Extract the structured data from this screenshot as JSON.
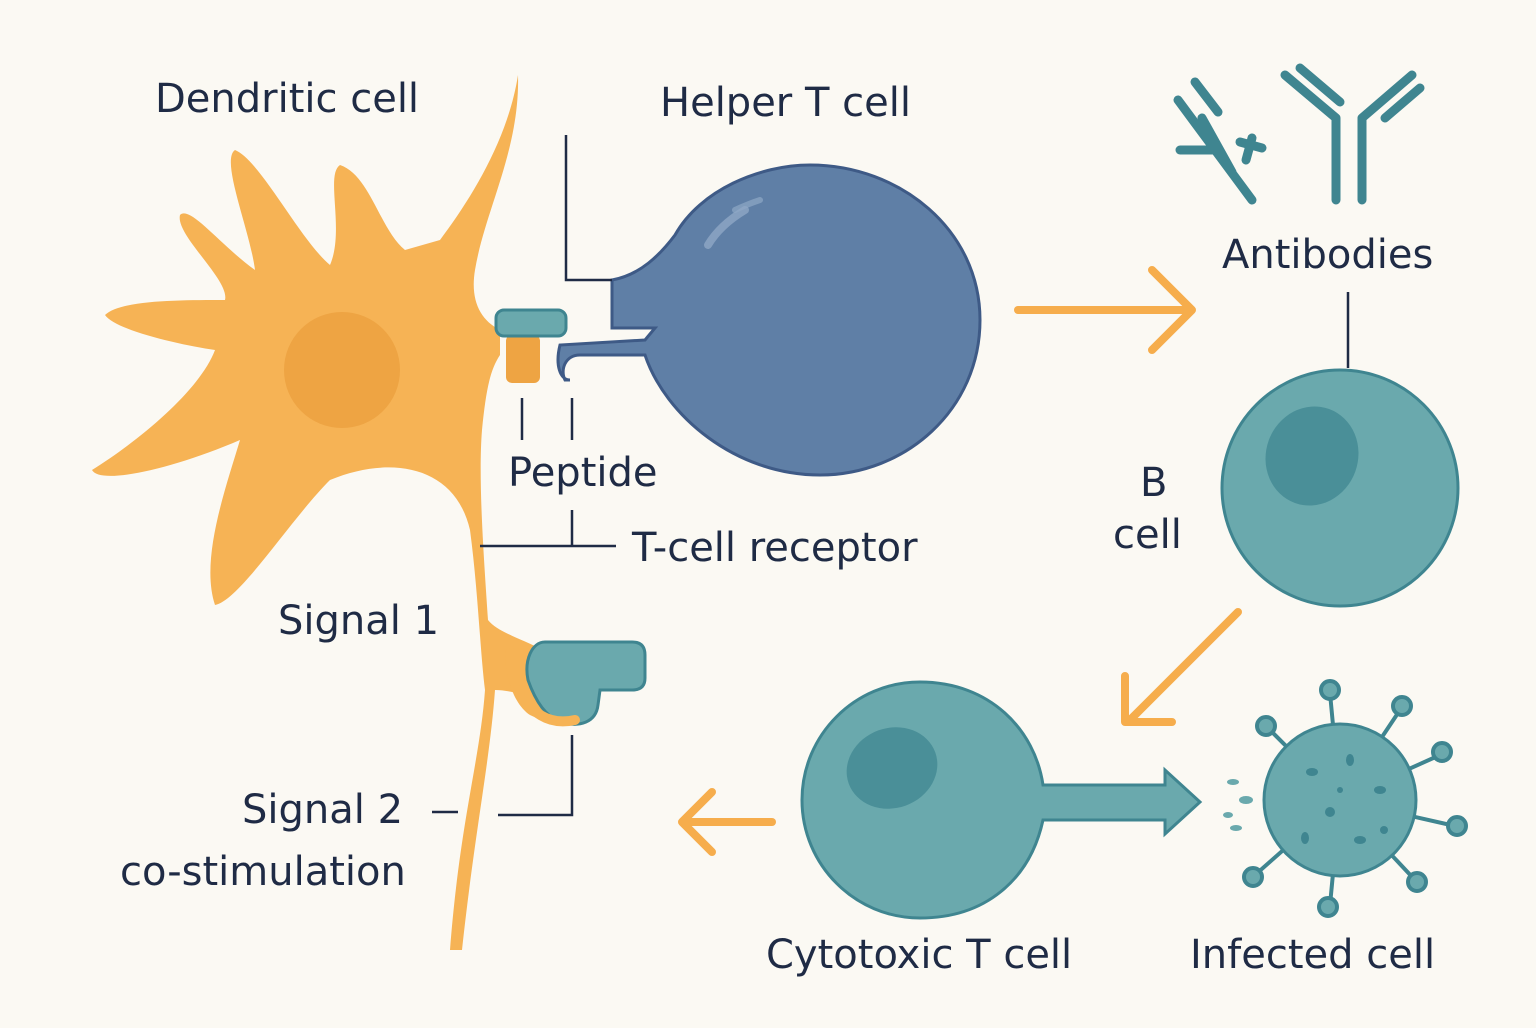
{
  "labels": {
    "dendritic_cell": "Dendritic cell",
    "helper_t_cell": "Helper T cell",
    "antibodies": "Antibodies",
    "peptide": "Peptide",
    "t_cell_receptor": "T-cell receptor",
    "b_cell_line1": "B",
    "b_cell_line2": "cell",
    "signal_1": "Signal 1",
    "signal_2": "Signal 2",
    "co_stimulation": "co-stimulation",
    "cytotoxic_t_cell": "Cytotoxic T cell",
    "infected_cell": "Infected cell"
  },
  "colors": {
    "background": "#fbf9f3",
    "dendritic": "#f6b355",
    "dendritic_nucleus": "#eea443",
    "helper_t": "#5f7fa6",
    "helper_t_outline": "#3e5a86",
    "teal": "#6aa9ad",
    "teal_dark": "#3f8590",
    "teal_nucleus": "#4a8f98",
    "arrow": "#f6ad4c",
    "text": "#1f2b45"
  }
}
